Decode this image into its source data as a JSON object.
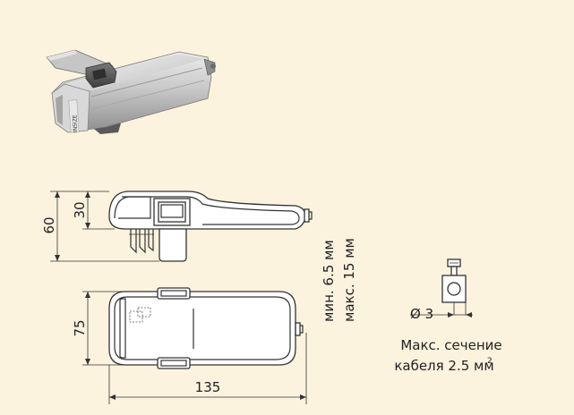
{
  "dimensions": {
    "side_height": "60",
    "side_height_partial": "30",
    "top_width": "75",
    "top_length": "135",
    "cable_min": "мин. 6.5 мм",
    "cable_max": "макс. 15 мм",
    "screw_diameter": "Ø 3"
  },
  "caption": {
    "line1": "Макс. сечение",
    "line2": "кабеля 2.5 мм",
    "superscript": "2"
  },
  "product_label": "INSIZE",
  "colors": {
    "background": "#FCF3DE",
    "outline": "#333333",
    "body_fill": "#FFFFFF",
    "product_gray": "#B8B8B8"
  }
}
